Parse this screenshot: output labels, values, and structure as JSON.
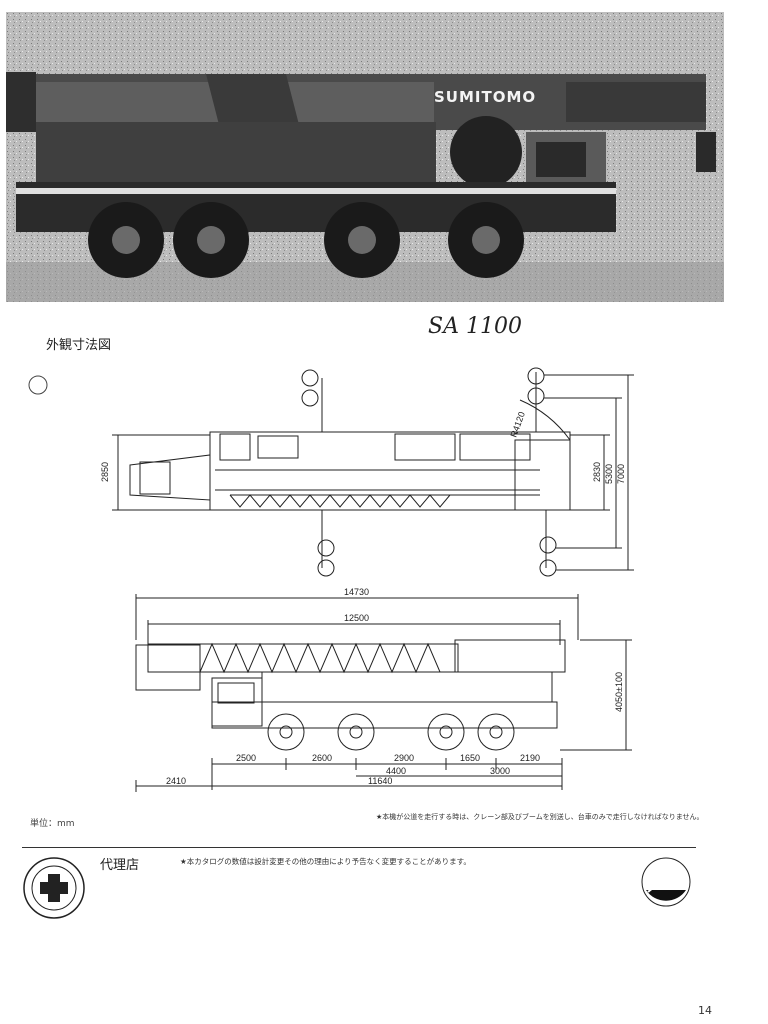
{
  "photo": {
    "brand_text": "SUMITOMO"
  },
  "handwritten_note": "SA 1100",
  "section_title": "外観寸法図",
  "top_view": {
    "dimensions": {
      "overall_width": "2850",
      "radius": "R4120",
      "width_2830": "2830",
      "width_5300": "5300",
      "width_7000": "7000"
    }
  },
  "side_view": {
    "dimensions": {
      "overall_length": "14730",
      "boom_length": "12500",
      "height": "4050±100",
      "axle_2500": "2500",
      "axle_2600": "2600",
      "axle_2900": "2900",
      "axle_1650": "1650",
      "rear_2190": "2190",
      "span_4400": "4400",
      "span_3000": "3000",
      "front_overhang": "2410",
      "wheelbase_total": "11640"
    }
  },
  "unit_label": "単位：mm",
  "note_travel": "★本機が公道を走行する時は、クレーン部及びブームを別送し、台車のみで走行しなければなりません。",
  "note_catalog": "★本カタログの数値は設計変更その他の理由により予告なく変更することがあります。",
  "dealer_label": "代理店",
  "page_number": "14",
  "colors": {
    "photo_bg": "#c9c9c9",
    "ink": "#111111"
  }
}
